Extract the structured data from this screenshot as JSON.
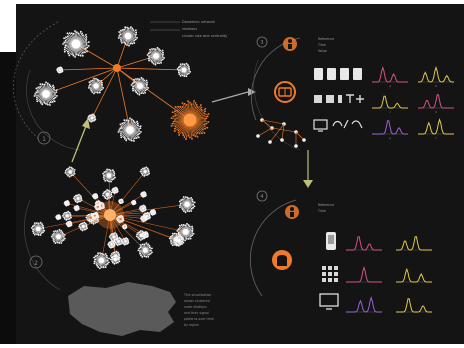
{
  "title_block": {
    "lines": [
      "Dandelion network",
      "relations",
      "cluster size and centrality"
    ]
  },
  "panel_numbers": {
    "top_left": "1",
    "bottom_left": "2",
    "top_right": "3",
    "bottom_right": "4"
  },
  "top_right_legend": [
    "Reference",
    "Time",
    "Value"
  ],
  "bottom_right_legend": [
    "Reference",
    "Time"
  ],
  "caption_lines": [
    "This visualization",
    "shows clustered",
    "node relations",
    "and their signal",
    "patterns over time",
    "by region"
  ],
  "signal_labels": [
    "a",
    "b",
    "c",
    "d",
    "e",
    "f"
  ],
  "colors": {
    "background": "#141414",
    "accent": "#f07a28",
    "node": "#f2f2f2",
    "signal_pink": "#d8508a",
    "signal_yellow": "#e3c94a",
    "signal_purple": "#9a63d6",
    "region": "#5a5a5a"
  },
  "icons": [
    "person-icon",
    "book-icon",
    "computer-icon",
    "phone-icon",
    "grid-icon",
    "monitor-icon",
    "head-icon"
  ]
}
